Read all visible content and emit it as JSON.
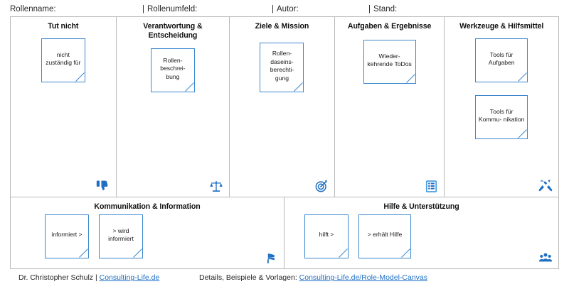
{
  "meta": {
    "fields": [
      {
        "name": "rollenname",
        "sep": "",
        "label": "Rollenname:"
      },
      {
        "name": "rollenumfeld",
        "sep": "|",
        "label": "Rollenumfeld:"
      },
      {
        "name": "autor",
        "sep": "|",
        "label": "Autor:"
      },
      {
        "name": "stand",
        "sep": "|",
        "label": "Stand:"
      }
    ]
  },
  "top_row": [
    {
      "title": "Tut nicht",
      "icon": "thumbs-down-icon",
      "notes": [
        {
          "text": "nicht zuständig für"
        }
      ]
    },
    {
      "title": "Verantwortung & Entscheidung",
      "icon": "scales-balance-icon",
      "notes": [
        {
          "text": "Rollen- beschrei- bung"
        }
      ]
    },
    {
      "title": "Ziele & Mission",
      "icon": "target-icon",
      "notes": [
        {
          "text": "Rollen- daseins- berechti- gung"
        }
      ]
    },
    {
      "title": "Aufgaben & Ergebnisse",
      "icon": "clipboard-checklist-icon",
      "notes": [
        {
          "text": "Wieder- kehrende ToDos"
        }
      ]
    },
    {
      "title": "Werkzeuge & Hilfsmittel",
      "icon": "hammer-wrench-icon",
      "notes": [
        {
          "text": "Tools für Aufgaben"
        },
        {
          "text": "Tools für Kommu- nikation"
        }
      ]
    }
  ],
  "bottom_row": [
    {
      "title": "Kommunikation & Information",
      "icon": "megaphone-icon",
      "notes": [
        {
          "text": "informiert >"
        },
        {
          "text": "> wird informiert"
        }
      ]
    },
    {
      "title": "Hilfe & Unterstützung",
      "icon": "people-group-icon",
      "notes": [
        {
          "text": "hilft >"
        },
        {
          "text": "> erhält Hilfe"
        }
      ]
    }
  ],
  "footer": {
    "author": "Dr. Christopher Schulz",
    "pipe": "|",
    "author_link": "Consulting-Life.de",
    "details_label": "Details, Beispiele & Vorlagen:",
    "details_link": "Consulting-Life.de/Role-Model-Canvas"
  },
  "colors": {
    "note_border": "#3b87cd",
    "icon_blue": "#1f6fc4",
    "grid_line": "#b9b9b9",
    "link": "#1f6fc4"
  }
}
